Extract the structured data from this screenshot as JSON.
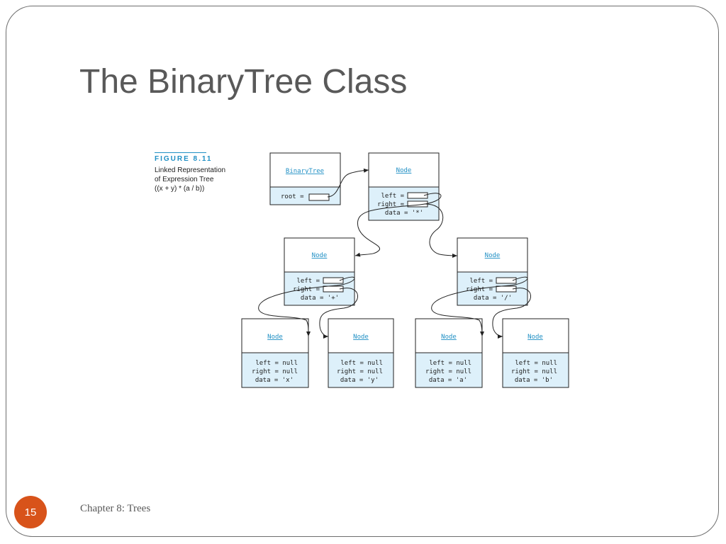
{
  "slide": {
    "title": "The BinaryTree Class",
    "footer": "Chapter 8: Trees",
    "slide_number": "15",
    "badge_color": "#d8531a"
  },
  "figure": {
    "label": "FIGURE 8.11",
    "caption_lines": [
      "Linked Representation",
      "of Expression Tree",
      "((x + y) * (a / b))"
    ],
    "accent_color": "#1f8fc4",
    "box_fill": "#ddf0fa"
  },
  "diagram": {
    "binarytree": {
      "title": "BinaryTree",
      "field": "root ="
    },
    "root_node": {
      "title": "Node",
      "left": "left =",
      "right": "right =",
      "data": "data = '*'"
    },
    "left_node": {
      "title": "Node",
      "left": "left =",
      "right": "right =",
      "data": "data = '+'"
    },
    "right_node": {
      "title": "Node",
      "left": "left =",
      "right": "right =",
      "data": "data = '/'"
    },
    "leaves": [
      {
        "title": "Node",
        "left": "left = null",
        "right": "right = null",
        "data": "data = 'x'"
      },
      {
        "title": "Node",
        "left": "left = null",
        "right": "right = null",
        "data": "data = 'y'"
      },
      {
        "title": "Node",
        "left": "left = null",
        "right": "right = null",
        "data": "data = 'a'"
      },
      {
        "title": "Node",
        "left": "left = null",
        "right": "right = null",
        "data": "data = 'b'"
      }
    ]
  }
}
